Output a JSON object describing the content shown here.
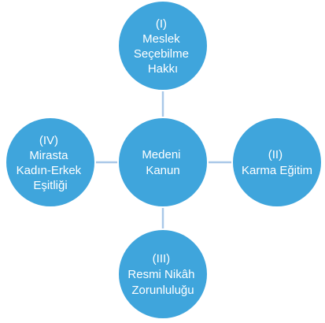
{
  "colors": {
    "node_fill": "#3fa5dc",
    "connector": "#a9c8e8",
    "text": "#ffffff"
  },
  "center": {
    "lines": [
      "Medeni",
      "Kanun"
    ]
  },
  "nodes": [
    {
      "id": "top",
      "lines": [
        "(I)",
        "Meslek",
        "Seçebilme",
        "Hakkı"
      ]
    },
    {
      "id": "right",
      "lines": [
        "(II)",
        "Karma Eğitim"
      ]
    },
    {
      "id": "bottom",
      "lines": [
        "(III)",
        "Resmi Nikâh",
        "Zorunluluğu"
      ]
    },
    {
      "id": "left",
      "lines": [
        "(IV)",
        "Mirasta",
        "Kadın-Erkek",
        "Eşitliği"
      ]
    }
  ]
}
